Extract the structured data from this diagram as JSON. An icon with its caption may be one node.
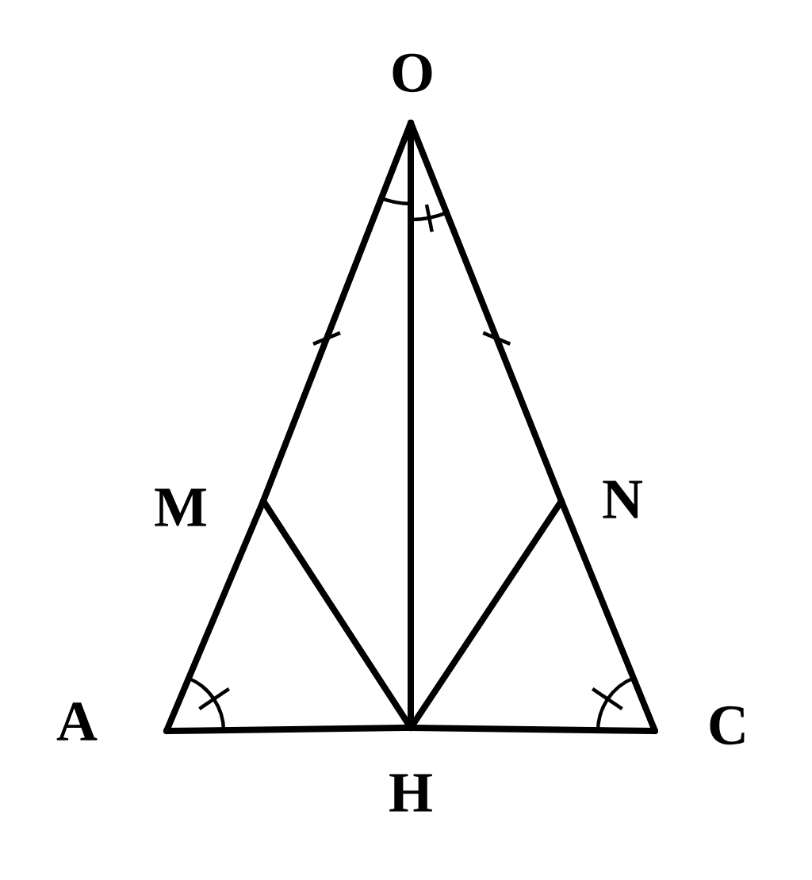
{
  "diagram": {
    "nodes": [
      {
        "text": [
          "O"
        ]
      },
      {
        "text": [
          "M"
        ]
      },
      {
        "text": [
          "N"
        ]
      },
      {
        "text": [
          "A"
        ]
      },
      {
        "text": [
          "H"
        ]
      },
      {
        "text": [
          "C"
        ]
      }
    ],
    "edges": [
      {
        "from": 0,
        "to": 1,
        "arrow": "none"
      },
      {
        "from": 1,
        "to": 3,
        "arrow": "none"
      },
      {
        "from": 3,
        "to": 4,
        "arrow": "none"
      },
      {
        "from": 4,
        "to": 5,
        "arrow": "none"
      },
      {
        "from": 5,
        "to": 2,
        "arrow": "none"
      },
      {
        "from": 2,
        "to": 0,
        "arrow": "none"
      },
      {
        "from": 0,
        "to": 4,
        "arrow": "none"
      },
      {
        "from": 1,
        "to": 4,
        "arrow": "none"
      },
      {
        "from": 2,
        "to": 4,
        "arrow": "none"
      }
    ]
  }
}
